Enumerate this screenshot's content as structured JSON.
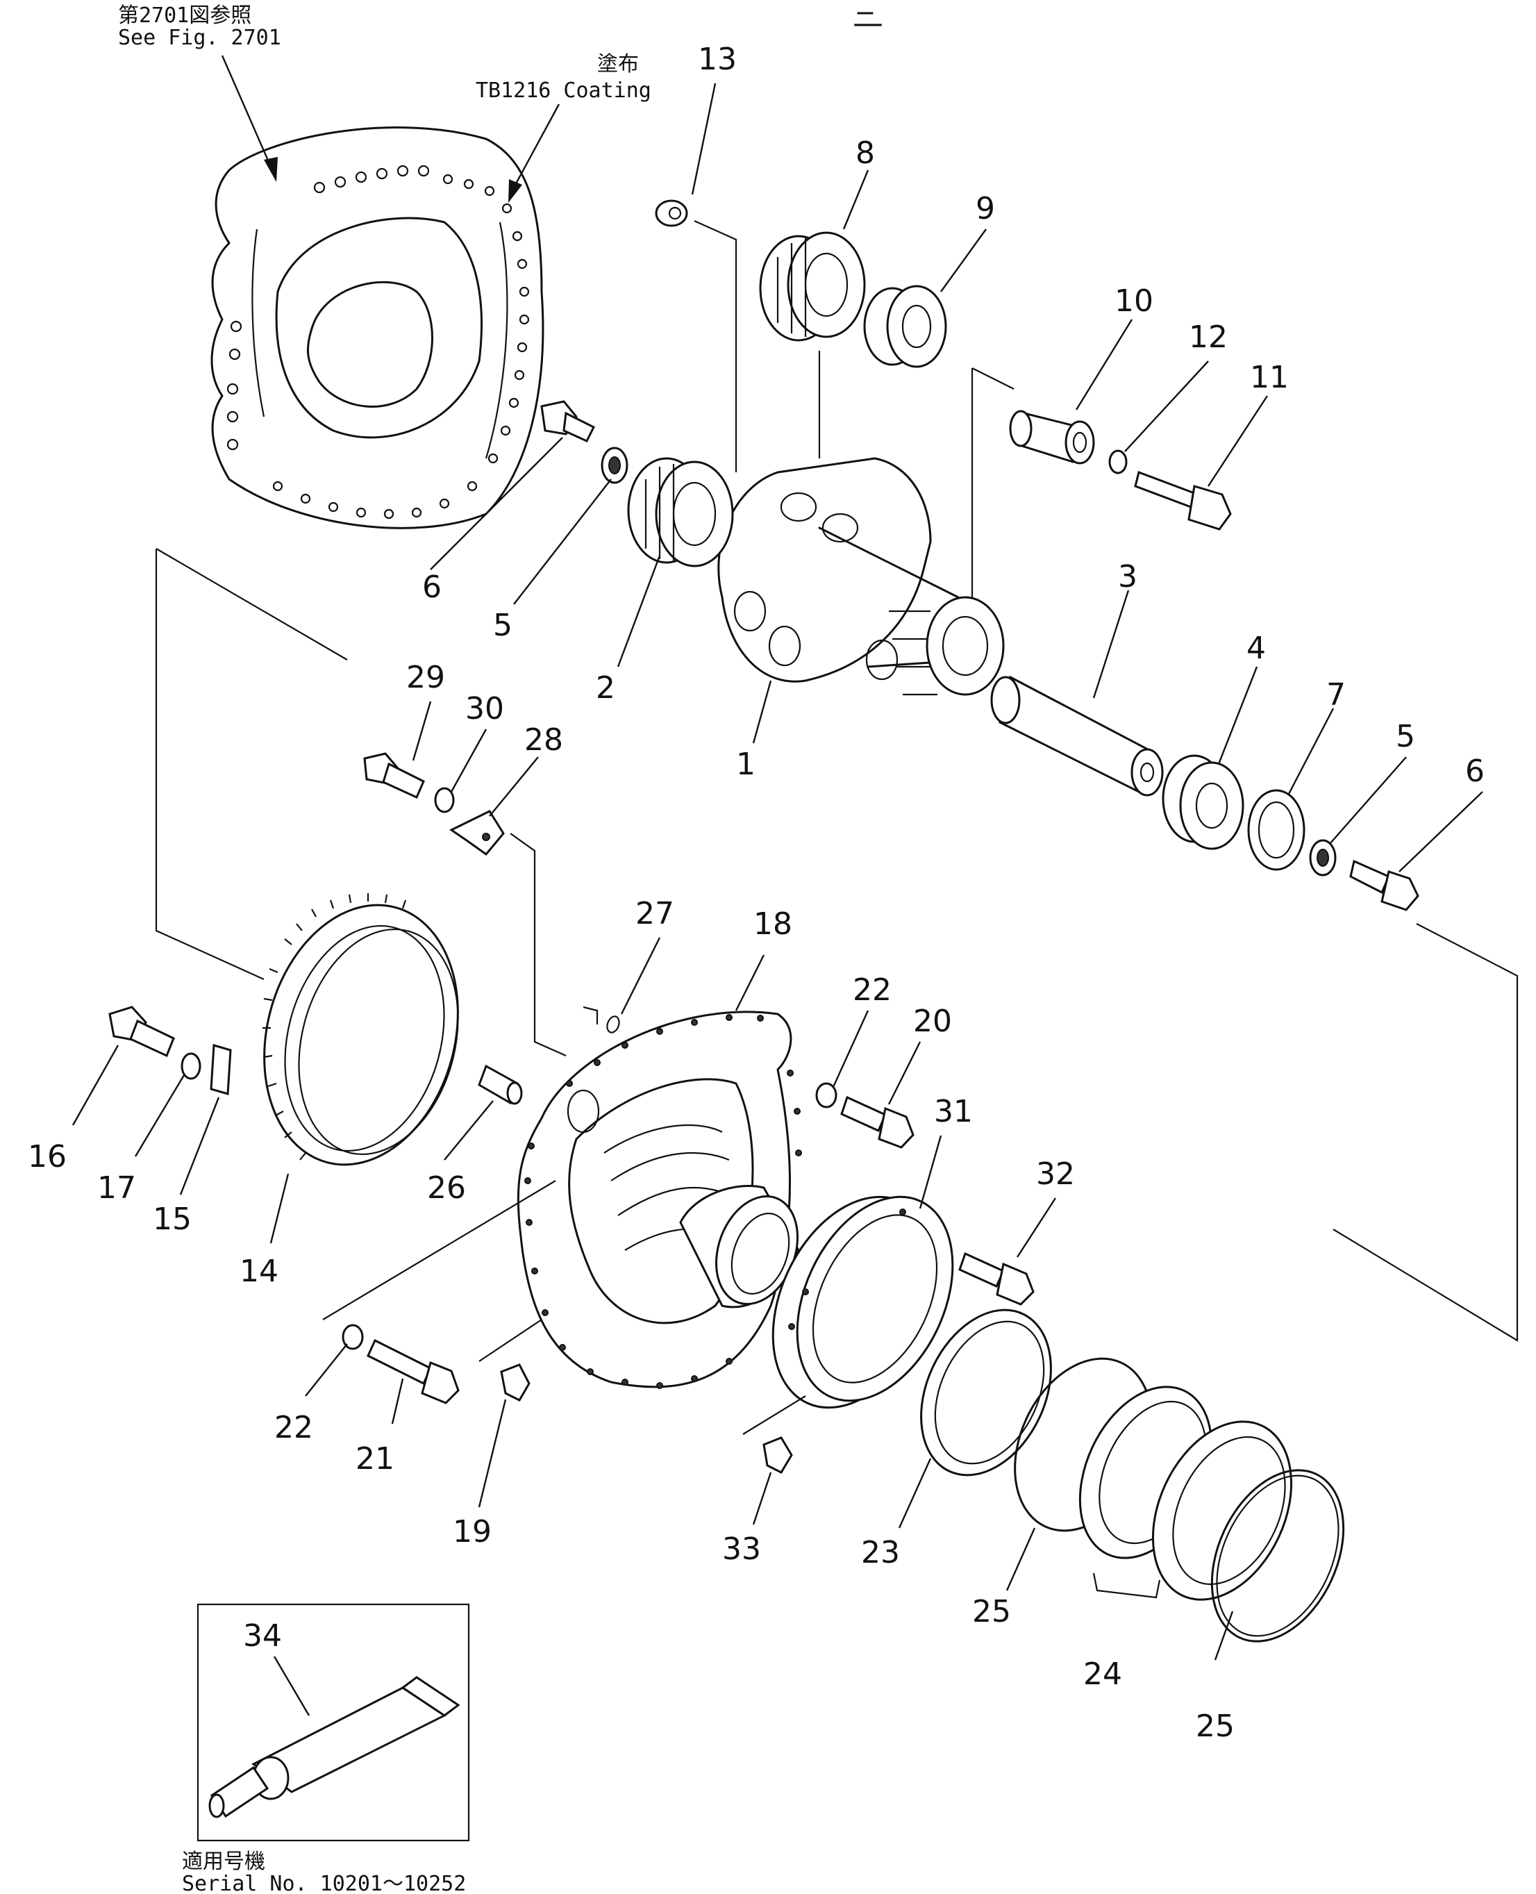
{
  "notes": {
    "ref_jp": "第2701図参照",
    "ref_en": "See Fig. 2701",
    "coating_jp": "塗布",
    "coating_en": "TB1216  Coating",
    "serial_jp": "適用号機",
    "serial_en": "Serial  No. 10201～10252"
  },
  "callouts": [
    "1",
    "2",
    "3",
    "4",
    "5",
    "5",
    "6",
    "6",
    "7",
    "8",
    "9",
    "10",
    "11",
    "12",
    "13",
    "14",
    "15",
    "16",
    "17",
    "18",
    "19",
    "20",
    "21",
    "22",
    "22",
    "23",
    "24",
    "25",
    "25",
    "26",
    "27",
    "28",
    "29",
    "30",
    "31",
    "32",
    "33",
    "34"
  ],
  "marks": [
    "_",
    "—"
  ]
}
